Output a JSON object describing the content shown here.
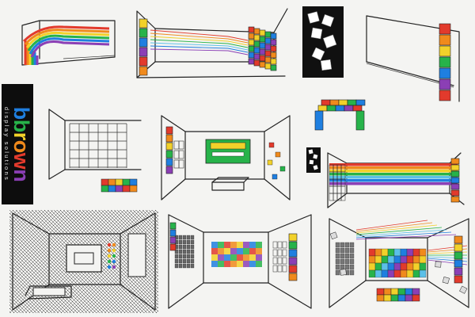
{
  "logo": {
    "letters": [
      "b",
      "b",
      "r",
      "o",
      "w",
      "n"
    ],
    "tagline": "display solutions"
  },
  "palette": {
    "red": "#e23a2c",
    "orange": "#f08a1c",
    "yellow": "#f2d12a",
    "green": "#27b34a",
    "blue": "#1f7fe0",
    "purple": "#8b3fb5",
    "lightblue": "#5bc0e8",
    "ink": "#222222",
    "paper": "#f4f4f2"
  },
  "sketches": [
    "rainbow-bench-sketch",
    "perspective-corridor-sketch",
    "floating-cards-panel",
    "wall-totem-sketch",
    "cube-bench-sketch",
    "grid-shelf-room-sketch",
    "exhibition-room-sketch",
    "mini-cards-panel",
    "rainbow-stripe-room-sketch",
    "hatched-room-sketch",
    "gallery-room-sketch",
    "colorful-gallery-sketch"
  ]
}
